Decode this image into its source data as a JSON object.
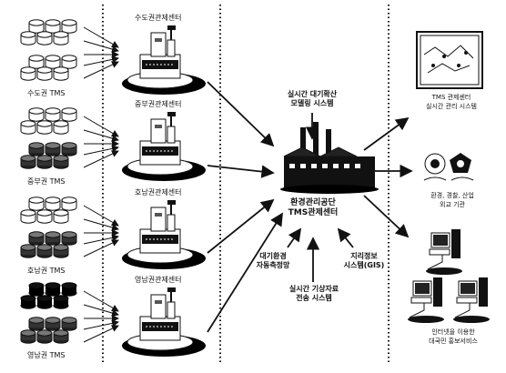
{
  "regions": [
    {
      "region_label": "수도권 TMS",
      "center_label": "수도권관제센터"
    },
    {
      "region_label": "중부권 TMS",
      "center_label": "중부권관제센터"
    },
    {
      "region_label": "호남권 TMS",
      "center_label": "호남권관제센터"
    },
    {
      "region_label": "영남권 TMS",
      "center_label": "영남권관제센터"
    }
  ],
  "hub": {
    "title_line1": "환경관리공단",
    "title_line2": "TMS관제센터"
  },
  "inputs": {
    "diffusion_model_line1": "실시간 대기확산",
    "diffusion_model_line2": "모델링 시스템",
    "air_monitoring_line1": "대기환경",
    "air_monitoring_line2": "자동측정망",
    "gis_line1": "지리정보",
    "gis_line2": "시스템(GIS)",
    "weather_line1": "실시간 기상자료",
    "weather_line2": "전송 시스템"
  },
  "outputs": {
    "monitor_line1": "TMS 관제센터",
    "monitor_line2": "실시간 관리 시스템",
    "agencies_line1": "환경, 경찰, 산업",
    "agencies_line2": "외교 기관",
    "public_line1": "인터넷을 이용한",
    "public_line2": "대국민 홍보서비스"
  }
}
